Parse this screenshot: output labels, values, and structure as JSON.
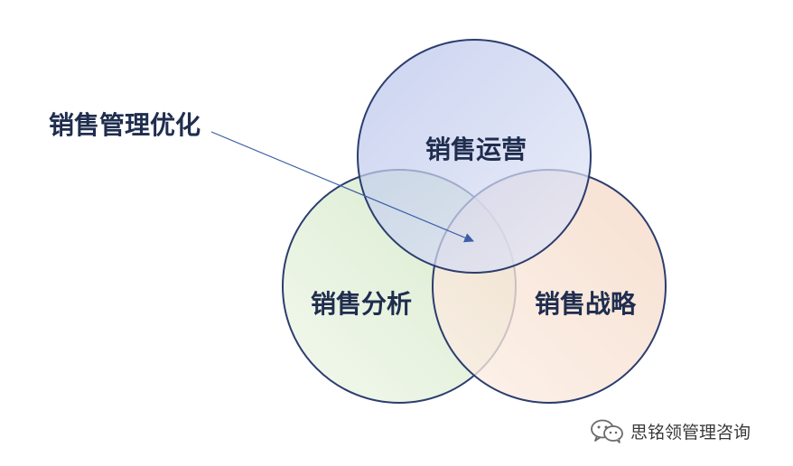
{
  "diagram": {
    "circles": [
      {
        "label": "销售运营",
        "color_from": "#b6c2ea",
        "color_to": "#e4e8f7",
        "stroke": "#2c3d6f"
      },
      {
        "label": "销售分析",
        "color_from": "#cfe6c2",
        "color_to": "#f2f8ec",
        "stroke": "#2c3d6f"
      },
      {
        "label": "销售战略",
        "color_from": "#f4d7c4",
        "color_to": "#fcefe6",
        "stroke": "#2c3d6f"
      }
    ],
    "callout": {
      "label": "销售管理优化",
      "arrow_color": "#3d5fa8"
    }
  },
  "watermark": {
    "icon": "wechat-icon",
    "text": "思铭领管理咨询"
  }
}
